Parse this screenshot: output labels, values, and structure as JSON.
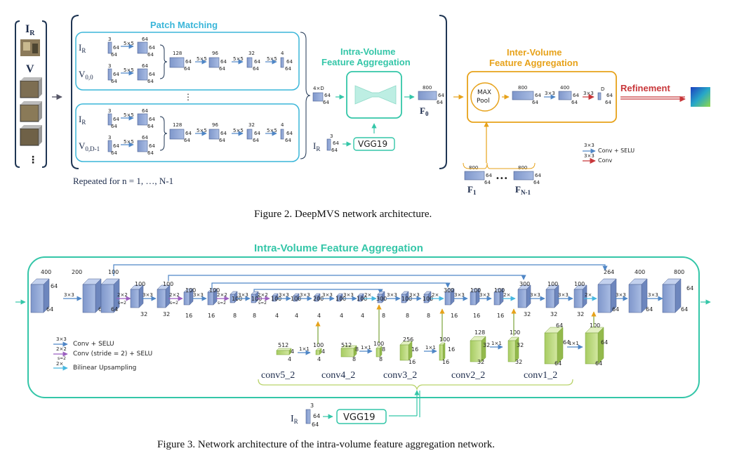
{
  "colors": {
    "blue_frame": "#1f3553",
    "teal": "#34c6a8",
    "cyan": "#3ab6d9",
    "orange": "#e7a21a",
    "red": "#c8373a",
    "block_blue": "#8fa5d3",
    "block_green": "#bcd97a",
    "arrow_blue": "#4f86c6",
    "arrow_purple": "#9b5fc0",
    "arrow_cyan": "#46b7e0"
  },
  "fig2": {
    "input_ir": "I",
    "input_ir_sub": "R",
    "input_v": "V",
    "patch_title": "Patch Matching",
    "row1_img1": "I",
    "row1_img1_sub": "R",
    "row1_img2": "V",
    "row1_img2_sub": "0,0",
    "row2_img1": "I",
    "row2_img1_sub": "R",
    "row2_img2": "V",
    "row2_img2_sub": "0,D-1",
    "repeated": "Repeated for n = 1, …, N-1",
    "intra_title_1": "Intra-Volume",
    "intra_title_2": "Feature Aggregation",
    "inter_title_1": "Inter-Volume",
    "inter_title_2": "Feature Aggregation",
    "maxpool_1": "MAX",
    "maxpool_2": "Pool",
    "vgg": "VGG19",
    "f0": "F",
    "f0_sub": "0",
    "f1": "F",
    "f1_sub": "1",
    "fn": "F",
    "fn_sub": "N-1",
    "refinement": "Refinement",
    "legend_conv_selu": "Conv + SELU",
    "legend_conv": "Conv",
    "k33": "3×3",
    "k55": "5×5",
    "n3": "3",
    "n64": "64",
    "n128": "128",
    "n96": "96",
    "n32": "32",
    "n4": "4",
    "n4xD": "4×D",
    "n800": "800",
    "n400": "400",
    "nD": "D",
    "dots": "•••",
    "caption": "Figure 2. DeepMVS network architecture."
  },
  "fig3": {
    "title": "Intra-Volume Feature Aggregation",
    "legend_conv_selu": "Conv + SELU",
    "legend_conv_stride": "Conv (stride = 2) + SELU",
    "legend_upsample": "Bilinear Upsampling",
    "k33": "3×3",
    "k22": "2×2",
    "s2": "s=2",
    "k11": "1×1",
    "x2": "2×",
    "conv5": "conv5_2",
    "conv4": "conv4_2",
    "conv3": "conv3_2",
    "conv2": "conv2_2",
    "conv1": "conv1_2",
    "vgg": "VGG19",
    "ir": "I",
    "ir_sub": "R",
    "caption": "Figure 3. Network architecture of the intra-volume feature aggregation network."
  }
}
